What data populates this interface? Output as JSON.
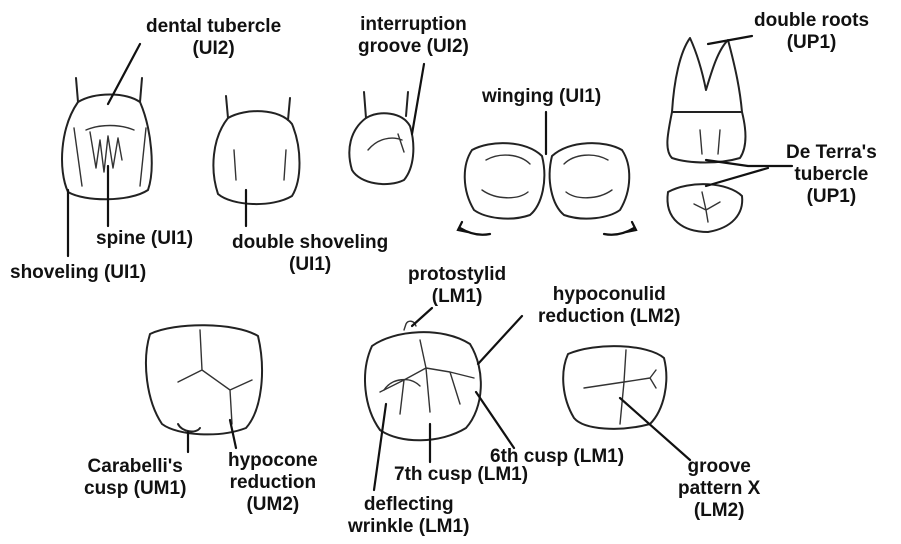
{
  "labels": {
    "dental_tubercle": [
      "dental tubercle",
      "(UI2)"
    ],
    "interruption_groove": [
      "interruption",
      "groove (UI2)"
    ],
    "double_roots": [
      "double roots",
      "(UP1)"
    ],
    "winging": [
      "winging (UI1)"
    ],
    "de_terras_tubercle": [
      "De Terra's",
      "tubercle",
      "(UP1)"
    ],
    "spine": [
      "spine (UI1)"
    ],
    "shoveling": [
      "shoveling (UI1)"
    ],
    "double_shoveling": [
      "double shoveling",
      "(UI1)"
    ],
    "protostylid": [
      "protostylid",
      "(LM1)"
    ],
    "hypoconulid_reduction": [
      "hypoconulid",
      "reduction (LM2)"
    ],
    "carabellis_cusp": [
      "Carabelli's",
      "cusp (UM1)"
    ],
    "hypocone_reduction": [
      "hypocone",
      "reduction",
      "(UM2)"
    ],
    "sixth_cusp": [
      "6th cusp (LM1)"
    ],
    "seventh_cusp": [
      "7th cusp (LM1)"
    ],
    "deflecting_wrinkle": [
      "deflecting",
      "wrinkle (LM1)"
    ],
    "groove_pattern_x": [
      "groove",
      "pattern X",
      "(LM2)"
    ]
  },
  "colors": {
    "ink": "#111111",
    "background": "#ffffff"
  }
}
